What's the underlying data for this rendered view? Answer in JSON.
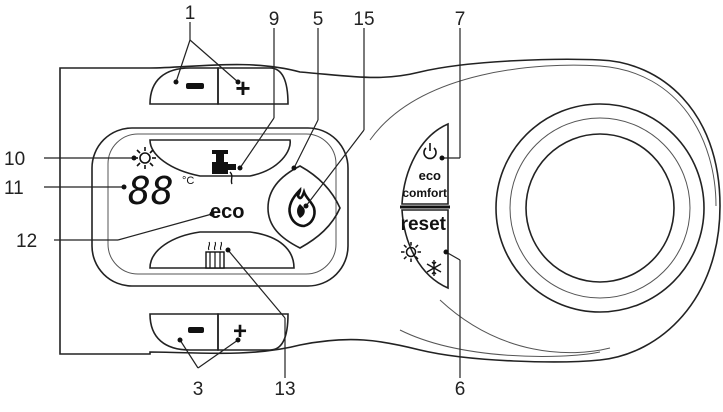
{
  "callouts": {
    "c1": "1",
    "c3": "3",
    "c5": "5",
    "c6": "6",
    "c7": "7",
    "c9": "9",
    "c10": "10",
    "c11": "11",
    "c12": "12",
    "c13": "13",
    "c15": "15"
  },
  "buttons": {
    "minus": "−",
    "plus": "+",
    "eco_comfort_line1": "eco",
    "eco_comfort_line2": "comfort",
    "reset": "reset"
  },
  "display": {
    "temperature": "88",
    "unit": "°C",
    "eco": "eco"
  },
  "icons": {
    "power": "power-icon",
    "sun": "sun-icon",
    "snowflake": "snowflake-icon",
    "tap": "dhw-tap-icon",
    "radiator": "heating-radiator-icon",
    "flame": "flame-icon",
    "knob": "selector-knob"
  }
}
